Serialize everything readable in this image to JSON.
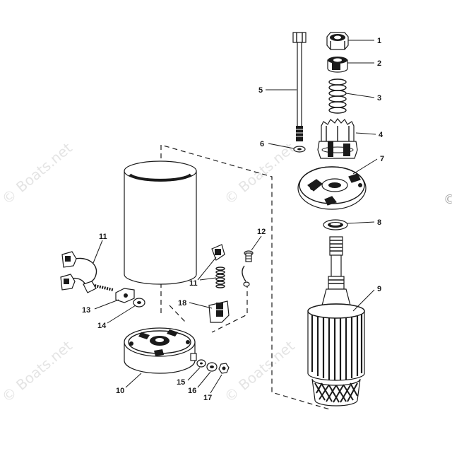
{
  "watermark": "© Boats.net",
  "callouts": {
    "c1": "1",
    "c2": "2",
    "c3": "3",
    "c4": "4",
    "c5": "5",
    "c6": "6",
    "c7": "7",
    "c8": "8",
    "c9": "9",
    "c10": "10",
    "c11a": "11",
    "c11b": "11",
    "c12": "12",
    "c13": "13",
    "c14": "14",
    "c15": "15",
    "c16": "16",
    "c17": "17",
    "c18": "18"
  },
  "colors": {
    "ink": "#1a1a1a",
    "paper": "#ffffff",
    "watermark": "#cfcfcf"
  }
}
